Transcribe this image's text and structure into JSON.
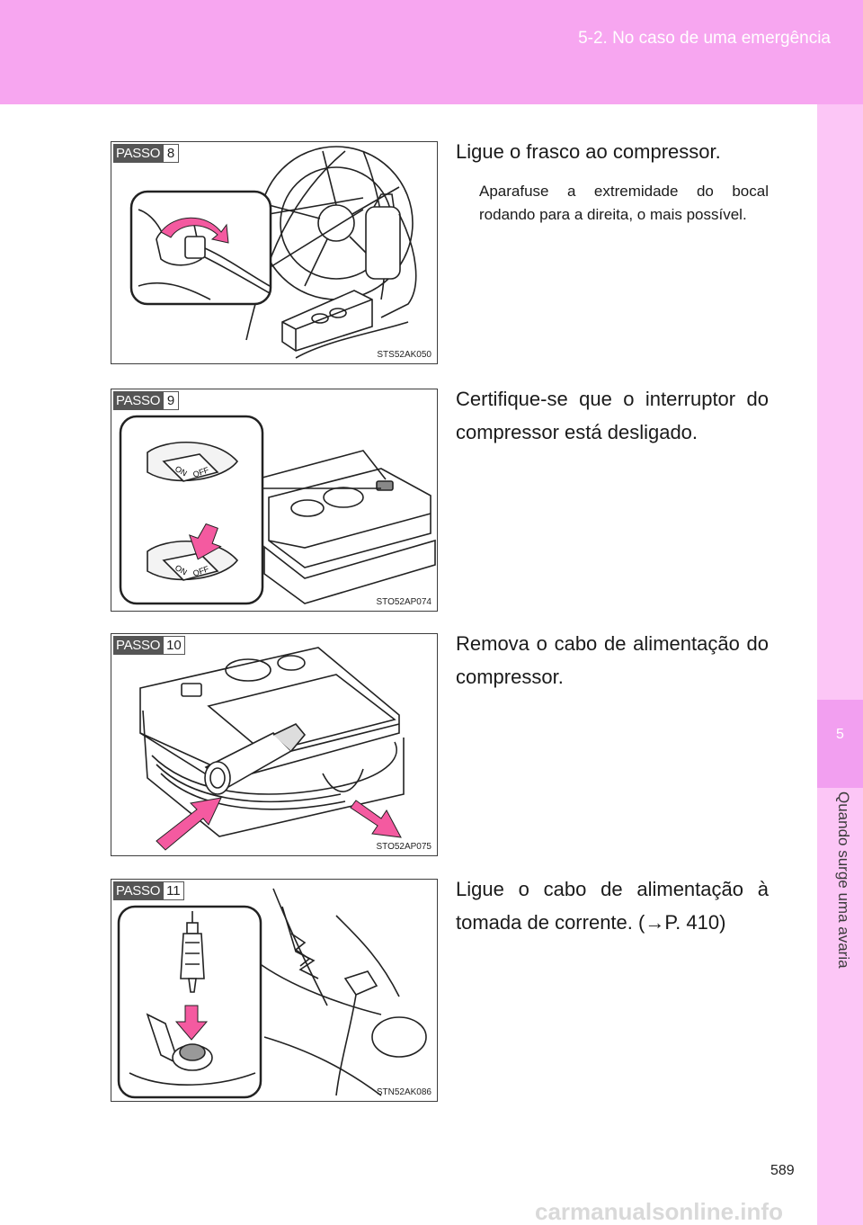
{
  "header": {
    "section_title": "5-2. No caso de uma emergência"
  },
  "side_tab": {
    "chapter_number": "5",
    "chapter_title": "Quando surge uma avaria"
  },
  "steps": [
    {
      "passo_label": "PASSO",
      "number": "8",
      "image_code": "STS52AK050",
      "text": "Ligue o frasco ao compressor.",
      "subtext": "Aparafuse a extremidade do bocal rodando para a direita, o mais possível."
    },
    {
      "passo_label": "PASSO",
      "number": "9",
      "image_code": "STO52AP074",
      "text": "Certifique-se que o interruptor do compressor está desligado."
    },
    {
      "passo_label": "PASSO",
      "number": "10",
      "image_code": "STO52AP075",
      "text": "Remova o cabo de alimentação do compressor."
    },
    {
      "passo_label": "PASSO",
      "number": "11",
      "image_code": "STN52AK086",
      "text": "Ligue o cabo de alimentação à tomada de corrente. (→P. 410)"
    }
  ],
  "switch_labels": {
    "on": "ON",
    "off": "OFF"
  },
  "page_number": "589",
  "watermark": "carmanualsonline.info",
  "colors": {
    "header_pink": "#f7a6f0",
    "side_tab": "#fcc6f6",
    "accent_arrow": "#f45aa0"
  }
}
